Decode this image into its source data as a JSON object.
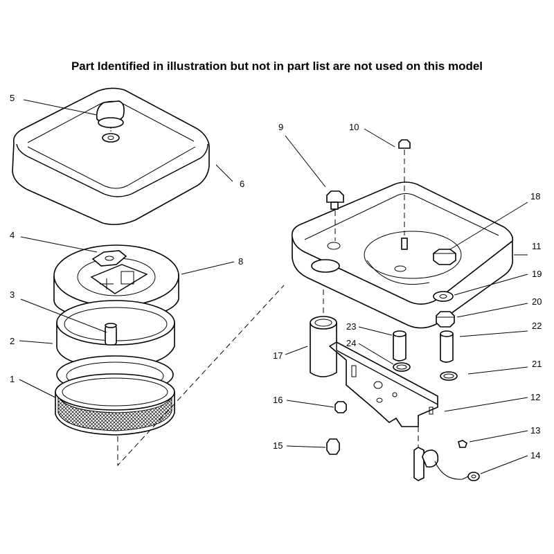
{
  "header": {
    "note": "Part Identified in illustration but not in part list are not used on this model"
  },
  "callouts": {
    "c1": "1",
    "c2": "2",
    "c3": "3",
    "c4": "4",
    "c5": "5",
    "c6": "6",
    "c8": "8",
    "c9": "9",
    "c10": "10",
    "c11": "11",
    "c12": "12",
    "c13": "13",
    "c14": "14",
    "c15": "15",
    "c16": "16",
    "c17": "17",
    "c18": "18",
    "c19": "19",
    "c20": "20",
    "c21": "21",
    "c22": "22",
    "c23": "23",
    "c24": "24"
  }
}
